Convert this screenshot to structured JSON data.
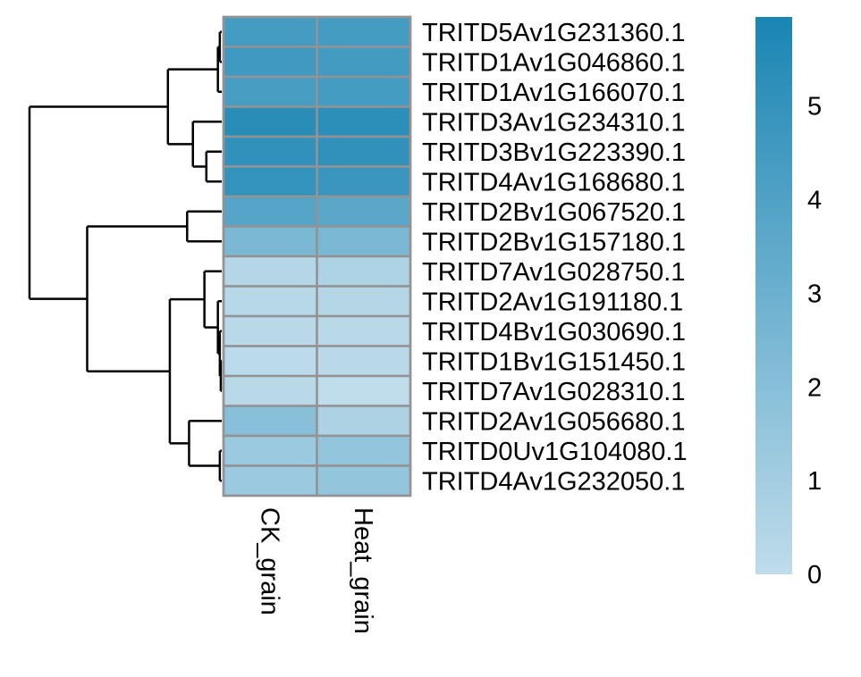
{
  "chart_data": {
    "type": "heatmap",
    "title": "",
    "xlabel": "",
    "ylabel": "",
    "columns": [
      "CK_grain",
      "Heat_grain"
    ],
    "rows": [
      "TRITD5Av1G231360.1",
      "TRITD1Av1G046860.1",
      "TRITD1Av1G166070.1",
      "TRITD3Av1G234310.1",
      "TRITD3Bv1G223390.1",
      "TRITD4Av1G168680.1",
      "TRITD2Bv1G067520.1",
      "TRITD2Bv1G157180.1",
      "TRITD7Av1G028750.1",
      "TRITD2Av1G191180.1",
      "TRITD4Bv1G030690.1",
      "TRITD1Bv1G151450.1",
      "TRITD7Av1G028310.1",
      "TRITD2Av1G056680.1",
      "TRITD0Uv1G104080.1",
      "TRITD4Av1G232050.1"
    ],
    "values": [
      [
        4.4,
        4.4
      ],
      [
        4.6,
        4.5
      ],
      [
        4.3,
        4.4
      ],
      [
        5.4,
        5.3
      ],
      [
        5.1,
        5.1
      ],
      [
        5.0,
        4.8
      ],
      [
        3.8,
        3.6
      ],
      [
        2.5,
        2.5
      ],
      [
        0.4,
        0.6
      ],
      [
        0.3,
        0.4
      ],
      [
        0.2,
        0.2
      ],
      [
        0.1,
        0.2
      ],
      [
        0.2,
        0.0
      ],
      [
        2.0,
        0.7
      ],
      [
        1.3,
        1.6
      ],
      [
        1.3,
        1.6
      ]
    ],
    "colorbar": {
      "ticks": [
        0,
        1,
        2,
        3,
        4,
        5
      ],
      "range": [
        0,
        5.95
      ],
      "low_color": "#bfdceb",
      "high_color": "#1a85b3"
    },
    "cell_border_color": "#939393",
    "row_dendrogram": true,
    "legend_position": "right"
  }
}
